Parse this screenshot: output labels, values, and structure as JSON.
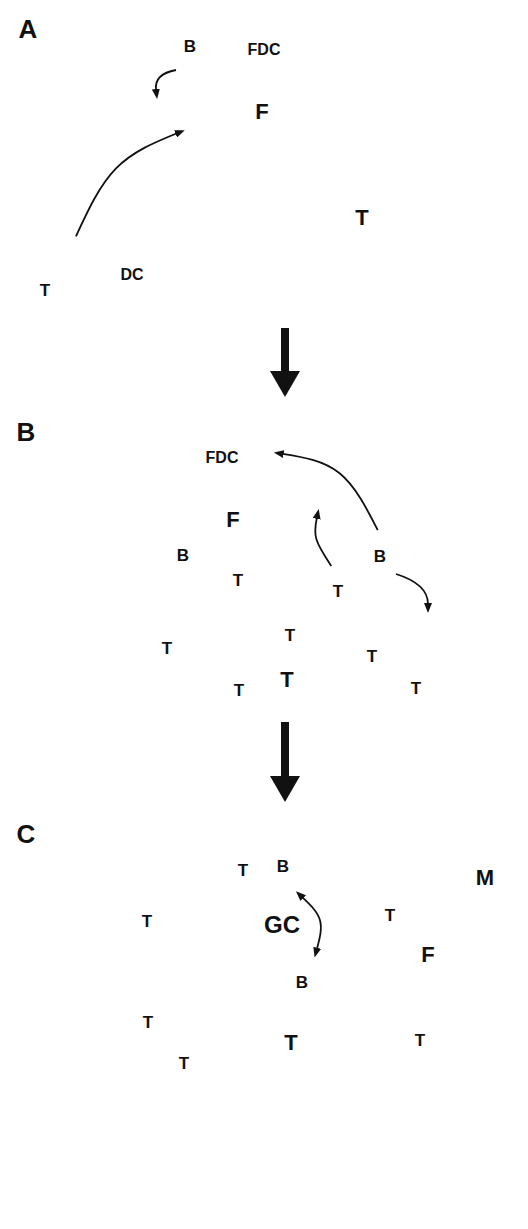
{
  "diagram": {
    "nodes": [
      {
        "text": [
          "A"
        ]
      },
      {
        "text": [
          "T"
        ],
        "in": 0
      },
      {
        "text": [
          "F"
        ],
        "in": 1
      },
      {
        "text": [
          "B"
        ],
        "in": 2
      },
      {
        "text": [
          "FDC"
        ],
        "in": 2
      },
      {
        "text": [
          "T"
        ],
        "in": 1
      },
      {
        "text": [
          "DC"
        ],
        "in": 1
      },
      {
        "text": [
          "B"
        ]
      },
      {
        "text": [
          "T"
        ],
        "in": 7
      },
      {
        "text": [
          "F"
        ],
        "in": 8
      },
      {
        "text": [
          "FDC"
        ],
        "in": 9
      },
      {
        "text": [
          "B"
        ],
        "in": 9
      },
      {
        "text": [
          "T"
        ],
        "in": 8
      },
      {
        "text": [
          "T"
        ],
        "in": 8
      },
      {
        "text": [
          "B"
        ],
        "in": 8
      },
      {
        "text": [
          "T"
        ],
        "in": 8
      },
      {
        "text": [
          "T"
        ],
        "in": 8
      },
      {
        "text": [
          "T"
        ],
        "in": 8
      },
      {
        "text": [
          "T"
        ],
        "in": 8
      },
      {
        "text": [
          "T"
        ],
        "in": 8
      },
      {
        "text": [
          "C"
        ]
      },
      {
        "text": [
          "T"
        ],
        "in": 20
      },
      {
        "text": [
          "F"
        ],
        "in": 21
      },
      {
        "text": [
          "GC"
        ],
        "in": 22
      },
      {
        "text": [
          "T"
        ],
        "in": 23
      },
      {
        "text": [
          "B"
        ],
        "in": 23
      },
      {
        "text": [
          "B"
        ],
        "in": 23
      },
      {
        "text": [
          "T"
        ],
        "in": 22
      },
      {
        "text": [
          "T"
        ],
        "in": 22
      },
      {
        "text": [
          "T"
        ],
        "in": 21
      },
      {
        "text": [
          "T"
        ],
        "in": 21
      },
      {
        "text": [
          "T"
        ],
        "in": 21
      }
    ],
    "edges": [
      {
        "from": 0,
        "to": 7,
        "arrow": "to"
      },
      {
        "from": 7,
        "to": 20,
        "arrow": "to"
      },
      {
        "from": 5,
        "to": 2,
        "arrow": "to"
      },
      {
        "from": 14,
        "to": 10,
        "arrow": "to"
      },
      {
        "from": 13,
        "to": 9,
        "arrow": "to"
      },
      {
        "from": 25,
        "to": 26,
        "arrow": "both"
      }
    ],
    "labels": [
      "M"
    ]
  }
}
